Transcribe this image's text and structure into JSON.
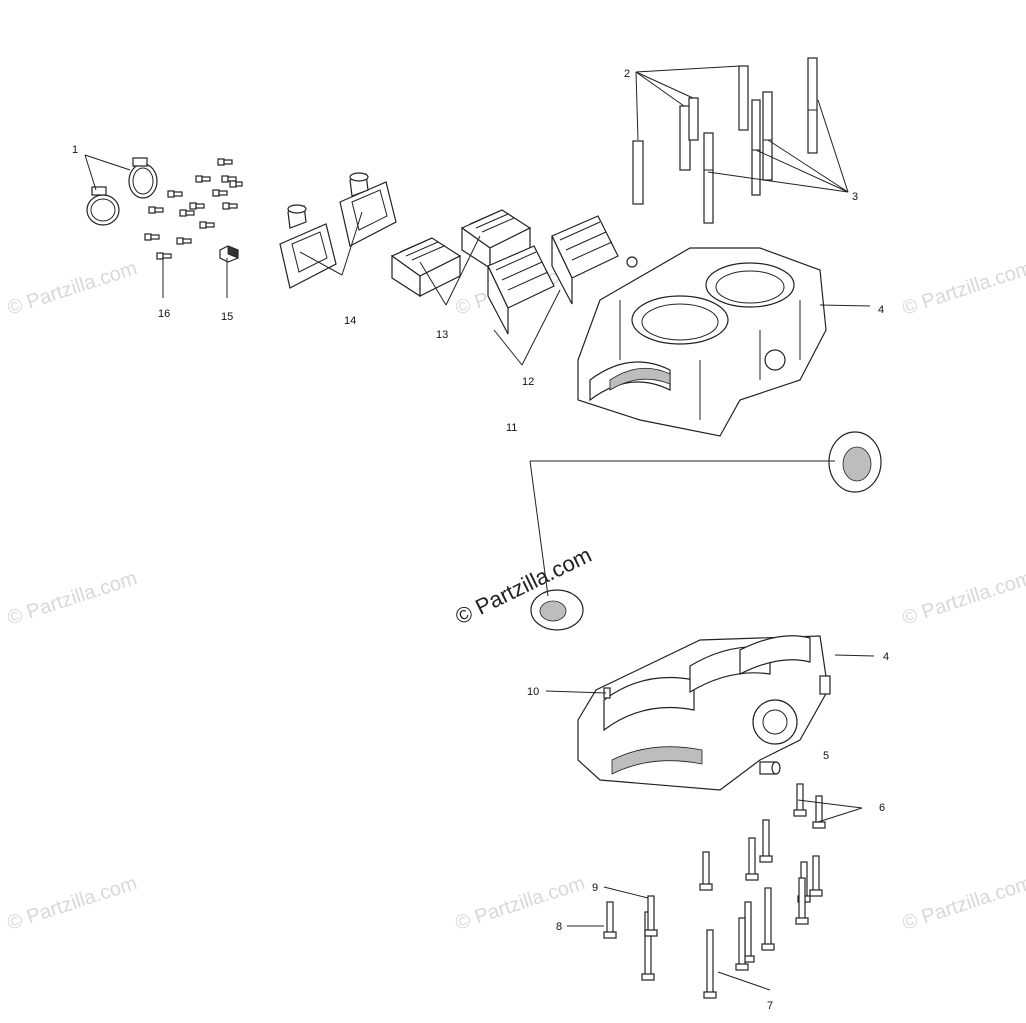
{
  "watermarks": {
    "center": "© Partzilla.com",
    "tile": "© Partzilla.com"
  },
  "callouts": {
    "c1": "1",
    "c2": "2",
    "c3": "3",
    "c4a": "4",
    "c4b": "4",
    "c5": "5",
    "c6": "6",
    "c7": "7",
    "c8": "8",
    "c9": "9",
    "c10": "10",
    "c11": "11",
    "c12": "12",
    "c13": "13",
    "c14": "14",
    "c15": "15",
    "c16": "16"
  },
  "colors": {
    "line": "#222222",
    "watermark": "#d8d8d8",
    "background": "#ffffff"
  }
}
